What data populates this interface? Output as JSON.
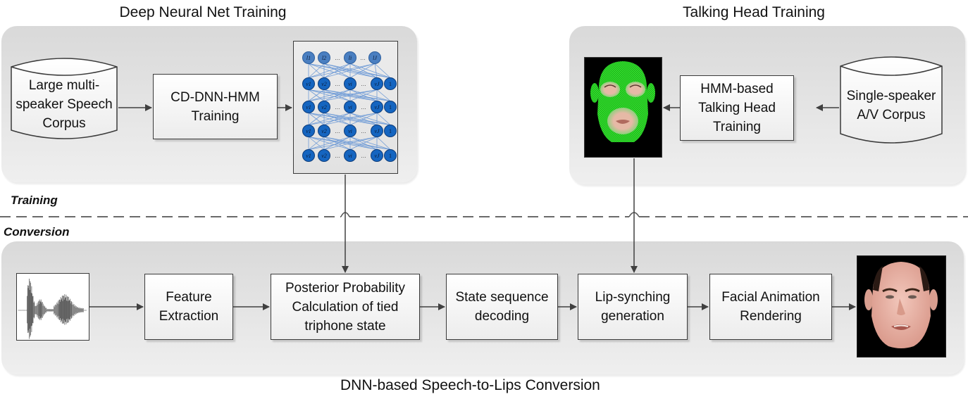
{
  "panels": {
    "dnn_training": {
      "title": "Deep Neural Net Training",
      "corpus_label": "Large multi-\nspeaker Speech\nCorpus",
      "training_box_label": "CD-DNN-HMM\nTraining",
      "network": {
        "output_nodes": [
          "l1",
          "l2",
          "…",
          "li",
          "…",
          "lJ"
        ],
        "hidden_layer_nodes": [
          "v1",
          "v2",
          "…",
          "vi",
          "…",
          "vJ",
          "1"
        ],
        "hidden_layer_count": 4,
        "node_color": "#1565c0",
        "output_node_color": "#4a7fc1",
        "edge_color": "#6f9bd6"
      }
    },
    "talking_head_training": {
      "title": "Talking Head Training",
      "corpus_label": "Single-speaker\nA/V Corpus",
      "training_box_label": "HMM-based\nTalking Head\nTraining",
      "model_image": "green-mesh-face-model"
    },
    "conversion": {
      "caption": "DNN-based Speech-to-Lips Conversion",
      "input_image": "speech-waveform",
      "steps": [
        "Feature\nExtraction",
        "Posterior Probability\nCalculation of tied\ntriphone state",
        "State sequence\ndecoding",
        "Lip-synching\ngeneration",
        "Facial Animation\nRendering"
      ],
      "output_image": "rendered-talking-face"
    }
  },
  "separator": {
    "upper_label": "Training",
    "lower_label": "Conversion"
  },
  "colors": {
    "panel_top": "#d9d9d9",
    "panel_bottom": "#efefef",
    "stroke": "#3a3a3a",
    "mesh_green": "#22c81e",
    "image_bg": "#000000",
    "skin": "#e8b8a8"
  }
}
